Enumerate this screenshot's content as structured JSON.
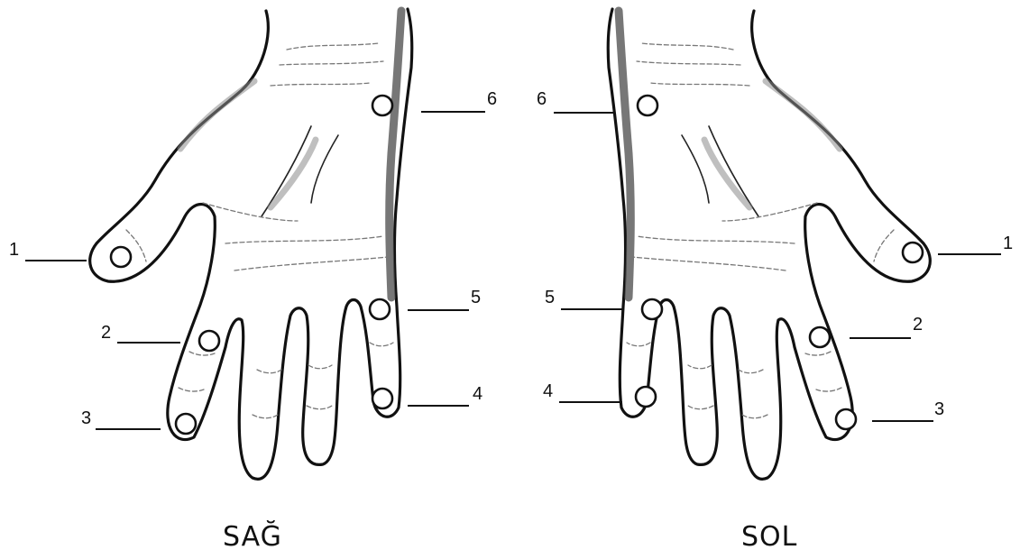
{
  "hands": [
    {
      "id": "right",
      "caption": "SAĞ",
      "points": [
        "1",
        "2",
        "3",
        "4",
        "5",
        "6"
      ]
    },
    {
      "id": "left",
      "caption": "SOL",
      "points": [
        "1",
        "2",
        "3",
        "4",
        "5",
        "6"
      ]
    }
  ]
}
